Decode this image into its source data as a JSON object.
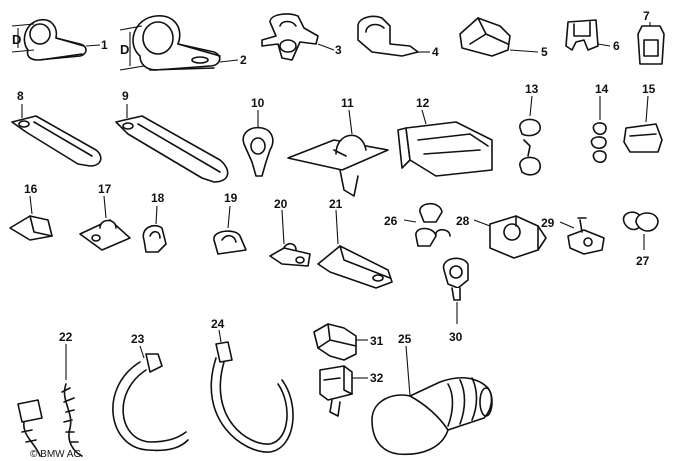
{
  "diagram": {
    "dimension_letter": "D",
    "copyright": "© BMW AG",
    "parts": [
      {
        "callout": "1"
      },
      {
        "callout": "2"
      },
      {
        "callout": "3"
      },
      {
        "callout": "4"
      },
      {
        "callout": "5"
      },
      {
        "callout": "6"
      },
      {
        "callout": "7"
      },
      {
        "callout": "8"
      },
      {
        "callout": "9"
      },
      {
        "callout": "10"
      },
      {
        "callout": "11"
      },
      {
        "callout": "12"
      },
      {
        "callout": "13"
      },
      {
        "callout": "14"
      },
      {
        "callout": "15"
      },
      {
        "callout": "16"
      },
      {
        "callout": "17"
      },
      {
        "callout": "18"
      },
      {
        "callout": "19"
      },
      {
        "callout": "20"
      },
      {
        "callout": "21"
      },
      {
        "callout": "22"
      },
      {
        "callout": "23"
      },
      {
        "callout": "24"
      },
      {
        "callout": "25"
      },
      {
        "callout": "26"
      },
      {
        "callout": "27"
      },
      {
        "callout": "28"
      },
      {
        "callout": "29"
      },
      {
        "callout": "30"
      },
      {
        "callout": "31"
      },
      {
        "callout": "32"
      }
    ]
  }
}
